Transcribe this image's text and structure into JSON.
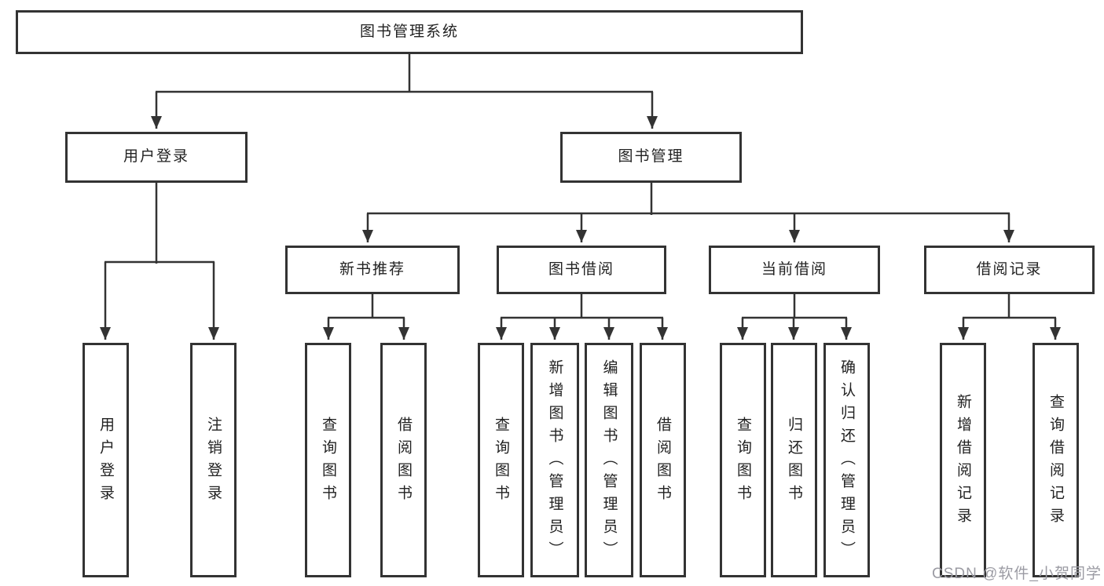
{
  "diagram": {
    "title": "图书管理系统",
    "root": {
      "label": "图书管理系统"
    },
    "branches": [
      {
        "label": "用户登录",
        "children": [
          {
            "label": "用户登录"
          },
          {
            "label": "注销登录"
          }
        ]
      },
      {
        "label": "图书管理",
        "sections": [
          {
            "label": "新书推荐",
            "children": [
              {
                "label": "查询图书"
              },
              {
                "label": "借阅图书"
              }
            ]
          },
          {
            "label": "图书借阅",
            "children": [
              {
                "label": "查询图书"
              },
              {
                "label": "新增图书（管理员）"
              },
              {
                "label": "编辑图书（管理员）"
              },
              {
                "label": "借阅图书"
              }
            ]
          },
          {
            "label": "当前借阅",
            "children": [
              {
                "label": "查询图书"
              },
              {
                "label": "归还图书"
              },
              {
                "label": "确认归还（管理员）"
              }
            ]
          },
          {
            "label": "借阅记录",
            "children": [
              {
                "label": "新增借阅记录"
              },
              {
                "label": "查询借阅记录"
              }
            ]
          }
        ]
      }
    ]
  },
  "watermark": {
    "text": "CSDN @软件_小贺同学"
  },
  "colors": {
    "line": "#333333",
    "box_border": "#333333",
    "text": "#222222",
    "watermark": "#9b9ba3",
    "background": "#ffffff"
  }
}
